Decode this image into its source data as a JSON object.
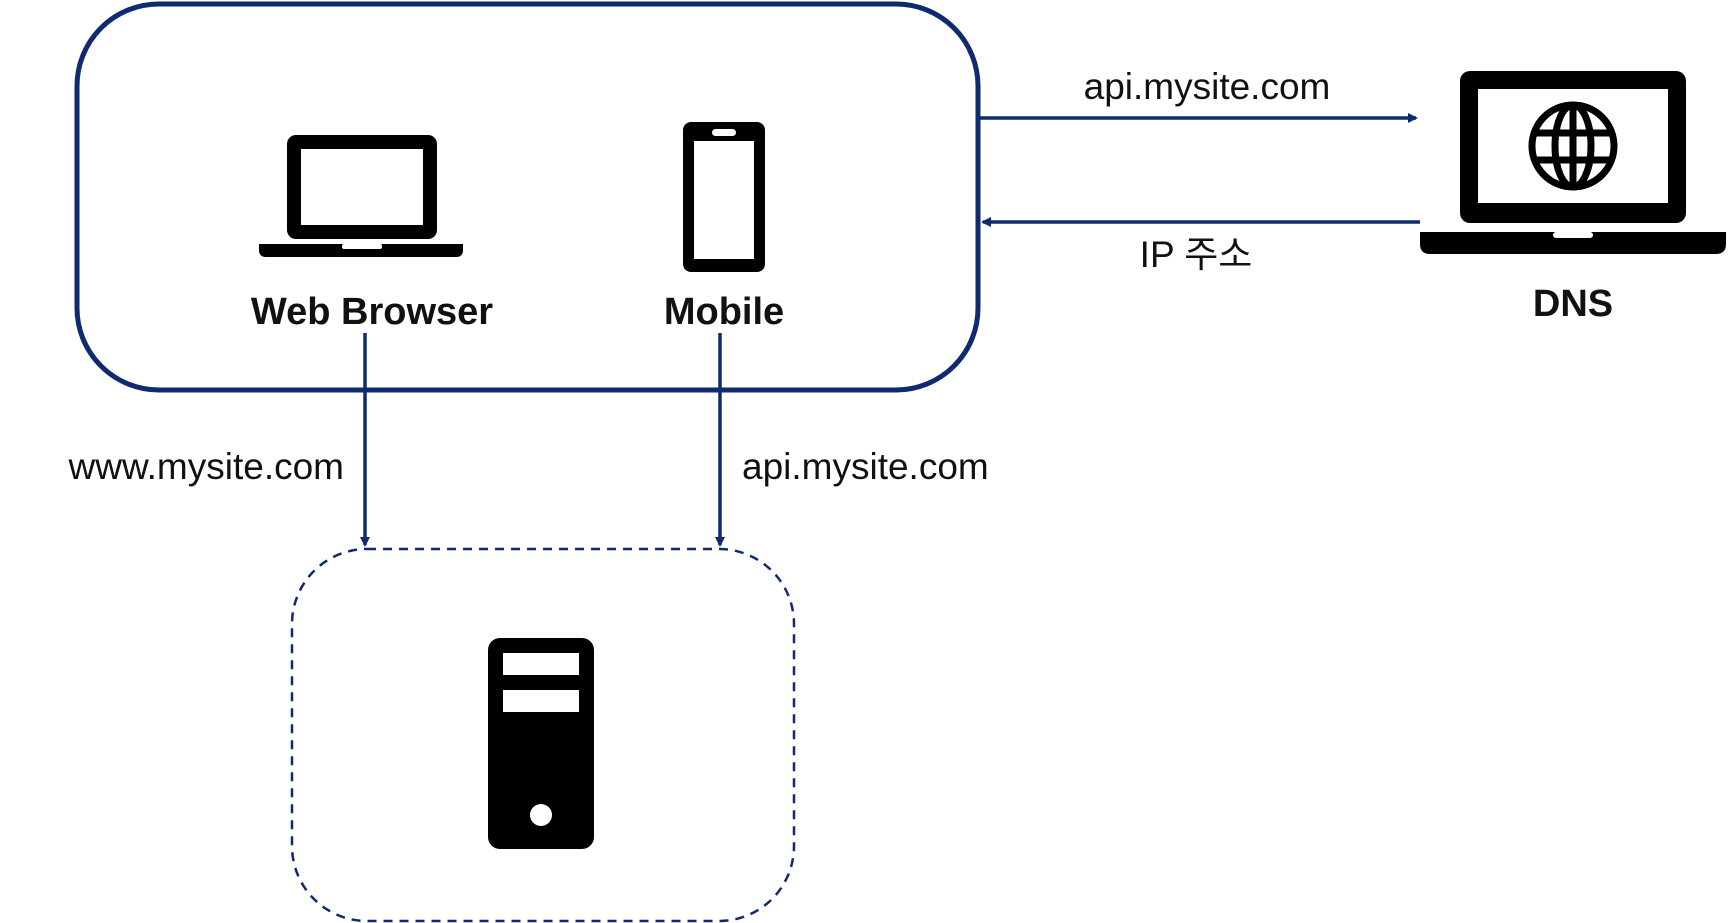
{
  "colors": {
    "accent": "#0f2a6e",
    "icon": "#000000",
    "background": "#ffffff"
  },
  "clients": {
    "web_browser": {
      "label": "Web Browser",
      "icon": "laptop-icon"
    },
    "mobile": {
      "label": "Mobile",
      "icon": "mobile-phone-icon"
    }
  },
  "dns": {
    "label": "DNS",
    "icon": "dns-laptop-globe-icon"
  },
  "server": {
    "icon": "server-tower-icon"
  },
  "edges": {
    "to_dns": "api.mysite.com",
    "from_dns": "IP 주소",
    "web_to_server": "www.mysite.com",
    "mobile_to_server": "api.mysite.com"
  }
}
